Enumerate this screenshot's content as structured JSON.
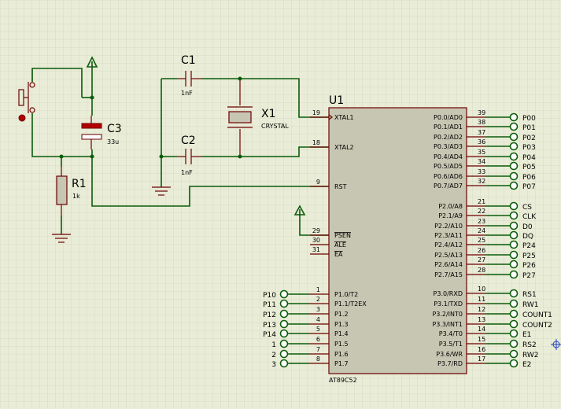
{
  "chip": {
    "ref": "U1",
    "part": "AT89C52",
    "left_pins": [
      {
        "num": "19",
        "name": "XTAL1"
      },
      {
        "num": "18",
        "name": "XTAL2"
      },
      {
        "num": "9",
        "name": "RST"
      },
      {
        "num": "29",
        "name": "PSEN"
      },
      {
        "num": "30",
        "name": "ALE"
      },
      {
        "num": "31",
        "name": "EA"
      },
      {
        "num": "1",
        "name": "P1.0/T2"
      },
      {
        "num": "2",
        "name": "P1.1/T2EX"
      },
      {
        "num": "3",
        "name": "P1.2"
      },
      {
        "num": "4",
        "name": "P1.3"
      },
      {
        "num": "5",
        "name": "P1.4"
      },
      {
        "num": "6",
        "name": "P1.5"
      },
      {
        "num": "7",
        "name": "P1.6"
      },
      {
        "num": "8",
        "name": "P1.7"
      }
    ],
    "right_pins": [
      {
        "num": "39",
        "name": "P0.0/AD0"
      },
      {
        "num": "38",
        "name": "P0.1/AD1"
      },
      {
        "num": "37",
        "name": "P0.2/AD2"
      },
      {
        "num": "36",
        "name": "P0.3/AD3"
      },
      {
        "num": "35",
        "name": "P0.4/AD4"
      },
      {
        "num": "34",
        "name": "P0.5/AD5"
      },
      {
        "num": "33",
        "name": "P0.6/AD6"
      },
      {
        "num": "32",
        "name": "P0.7/AD7"
      },
      {
        "num": "21",
        "name": "P2.0/A8"
      },
      {
        "num": "22",
        "name": "P2.1/A9"
      },
      {
        "num": "23",
        "name": "P2.2/A10"
      },
      {
        "num": "24",
        "name": "P2.3/A11"
      },
      {
        "num": "25",
        "name": "P2.4/A12"
      },
      {
        "num": "26",
        "name": "P2.5/A13"
      },
      {
        "num": "27",
        "name": "P2.6/A14"
      },
      {
        "num": "28",
        "name": "P2.7/A15"
      },
      {
        "num": "10",
        "name": "P3.0/RXD"
      },
      {
        "num": "11",
        "name": "P3.1/TXD"
      },
      {
        "num": "12",
        "name": "P3.2/INT0"
      },
      {
        "num": "13",
        "name": "P3.3/INT1"
      },
      {
        "num": "14",
        "name": "P3.4/T0"
      },
      {
        "num": "15",
        "name": "P3.5/T1"
      },
      {
        "num": "16",
        "name": "P3.6/WR"
      },
      {
        "num": "17",
        "name": "P3.7/RD"
      }
    ]
  },
  "right_terminals": [
    "P00",
    "P01",
    "P02",
    "P03",
    "P04",
    "P05",
    "P06",
    "P07",
    "CS",
    "CLK",
    "D0",
    "DQ",
    "P24",
    "P25",
    "P26",
    "P27",
    "RS1",
    "RW1",
    "COUNT1",
    "COUNT2",
    "E1",
    "RS2",
    "RW2",
    "E2"
  ],
  "left_terminals": [
    "P10",
    "P11",
    "P12",
    "P13",
    "P14",
    "1",
    "2",
    "3"
  ],
  "components": {
    "c1": {
      "ref": "C1",
      "value": "1nF"
    },
    "c2": {
      "ref": "C2",
      "value": "1nF"
    },
    "c3": {
      "ref": "C3",
      "value": "33u"
    },
    "x1": {
      "ref": "X1",
      "value": "CRYSTAL"
    },
    "r1": {
      "ref": "R1",
      "value": "1k"
    }
  },
  "colors": {
    "background": "#e9ecd6",
    "grid": "#cfd3bb",
    "wire": "#0b5c0b",
    "component": "#6b0000",
    "chip_fill": "#c7c6b2"
  }
}
